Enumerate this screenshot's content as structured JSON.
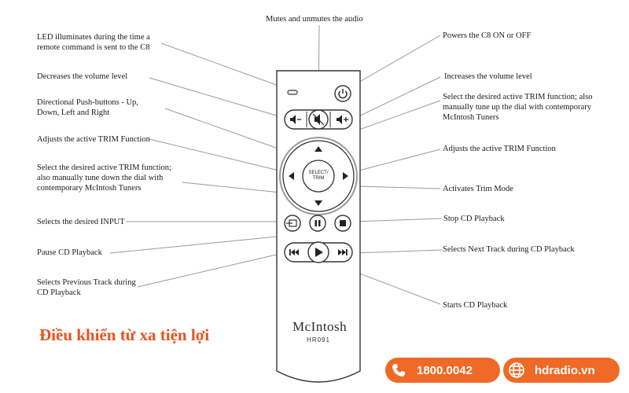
{
  "labels": {
    "mute": "Mutes and unmutes the audio",
    "led": "LED illuminates during the time a\nremote command is sent to the C8",
    "power": "Powers the C8 ON or OFF",
    "vol_down": "Decreases the volume level",
    "vol_up": "Increases the volume level",
    "directional": "Directional Push-buttons - Up,\nDown, Left and Right",
    "trim_select_up": "Select the desired active TRIM function; also\nmanually tune up the dial with contemporary\nMcIntosh Tuners",
    "trim_adjust_left": "Adjusts the active TRIM Function",
    "trim_adjust_right": "Adjusts the active TRIM Function",
    "trim_select_down": "Select the desired active TRIM function;\nalso manually tune down the dial with\ncontemporary McIntosh Tuners",
    "activates_trim": "Activates Trim Mode",
    "input": "Selects the desired INPUT",
    "stop": "Stop CD Playback",
    "pause": "Pause CD Playback",
    "next": "Selects Next Track during CD Playback",
    "prev": "Selects Previous Track during\nCD Playback",
    "play": "Starts CD Playback"
  },
  "remote": {
    "brand": "McIntosh",
    "model": "HR091",
    "select_line1": "SELECT/",
    "select_line2": "TRIM"
  },
  "footer": {
    "slogan": "Điều khiển từ xa tiện lợi",
    "phone": "1800.0042",
    "website": "hdradio.vn"
  },
  "colors": {
    "accent": "#ef6a26",
    "slogan": "#e8531f",
    "line": "#9a9a9a",
    "remote_outline": "#333333"
  },
  "icons": {
    "phone": "phone-icon",
    "web": "globe-icon"
  }
}
